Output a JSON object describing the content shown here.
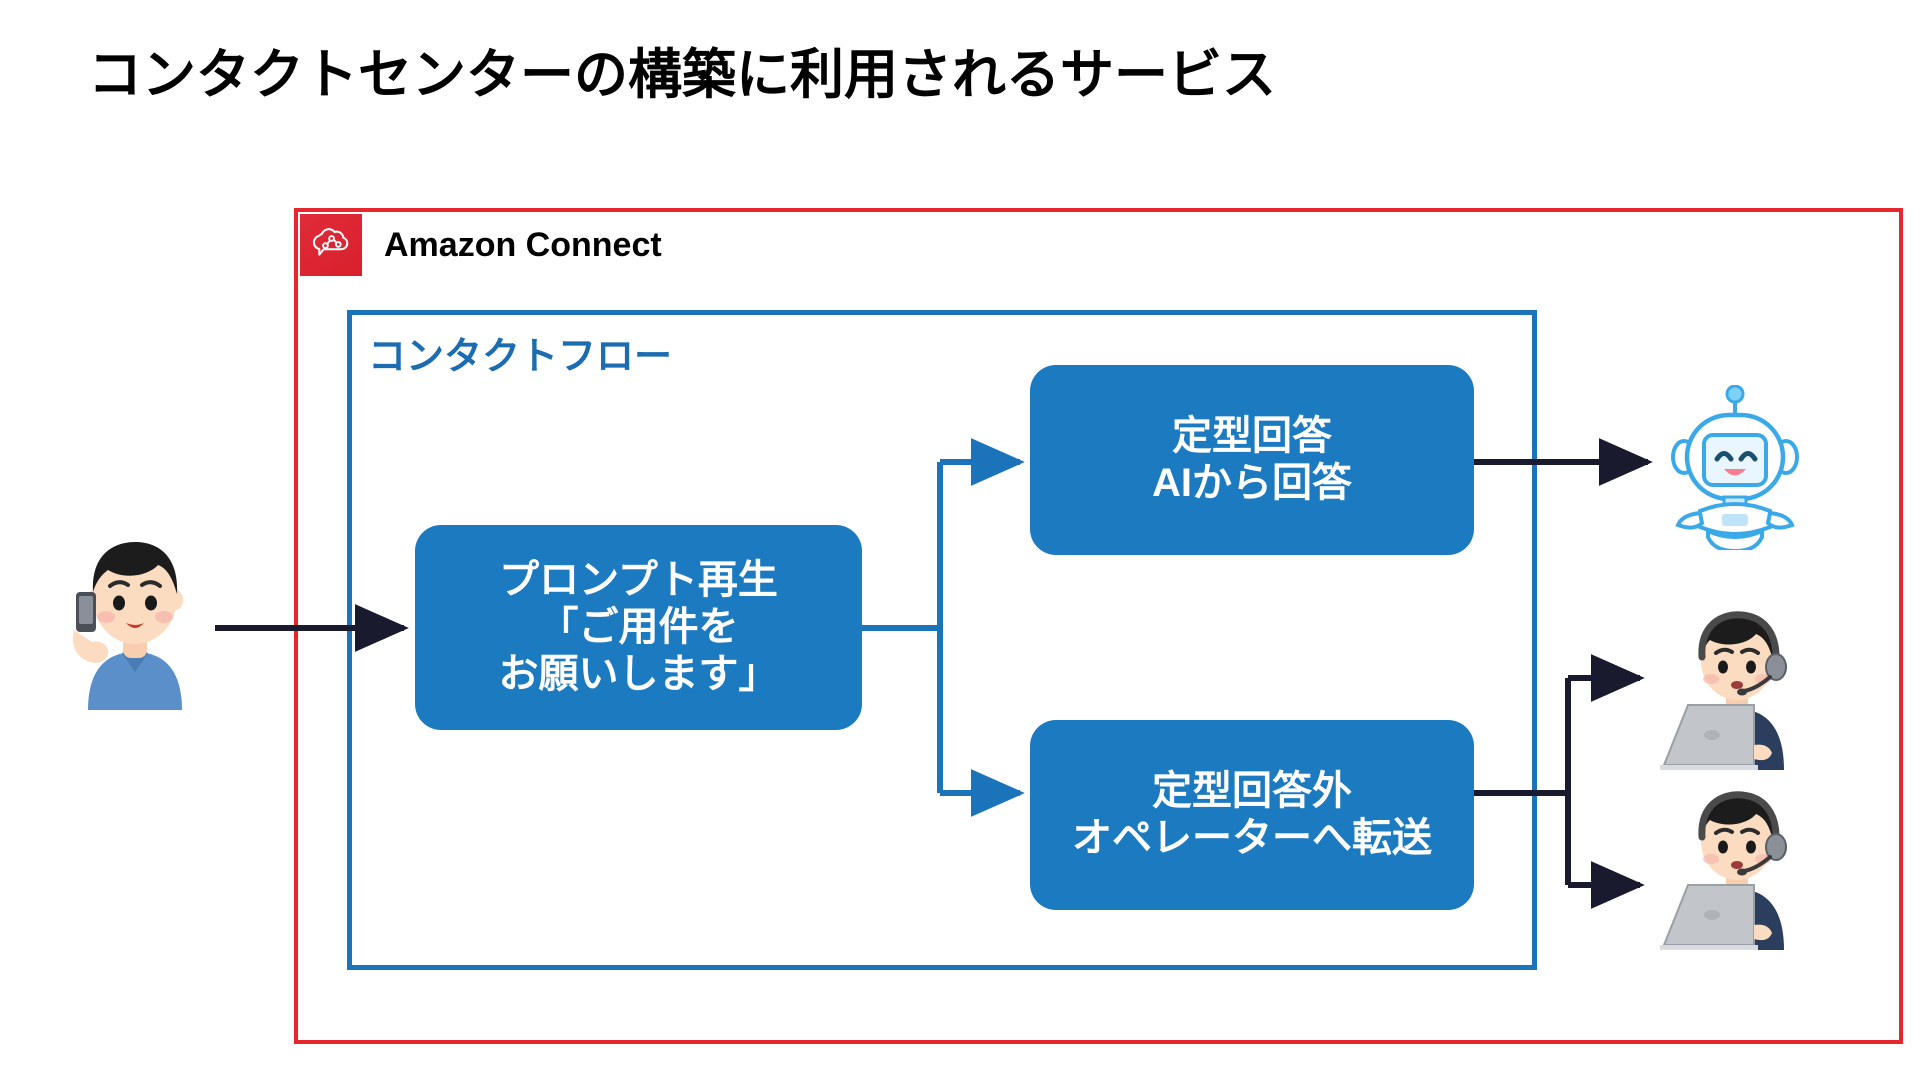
{
  "slide": {
    "title": "コンタクトセンターの構築に利用されるサービス"
  },
  "service_frame": {
    "name": "Amazon Connect",
    "icon": "amazon-connect-icon",
    "border_color": "#e8262d",
    "icon_background": "#d8202c"
  },
  "contact_flow": {
    "label": "コンタクトフロー",
    "border_color": "#1b74ba",
    "label_color": "#1b6cb0"
  },
  "nodes": [
    {
      "id": "prompt",
      "lines": [
        "プロンプト再生",
        "「ご用件を",
        "お願いします」"
      ],
      "fill": "#1c7ac0",
      "text_color": "#ffffff"
    },
    {
      "id": "faq",
      "lines": [
        "定型回答",
        "AIから回答"
      ],
      "fill": "#1c7ac0",
      "text_color": "#ffffff"
    },
    {
      "id": "transfer",
      "lines": [
        "定型回答外",
        "オペレーターへ転送"
      ],
      "fill": "#1c7ac0",
      "text_color": "#ffffff"
    }
  ],
  "figures": [
    {
      "id": "caller",
      "icon": "person-on-phone-icon"
    },
    {
      "id": "bot",
      "icon": "chatbot-robot-icon"
    },
    {
      "id": "operator-1",
      "icon": "operator-headset-laptop-icon"
    },
    {
      "id": "operator-2",
      "icon": "operator-headset-laptop-icon"
    }
  ],
  "connectors": {
    "inbound_color": "#1a1a2e",
    "flow_color": "#1b74ba",
    "outbound_color": "#1a1a2e"
  }
}
